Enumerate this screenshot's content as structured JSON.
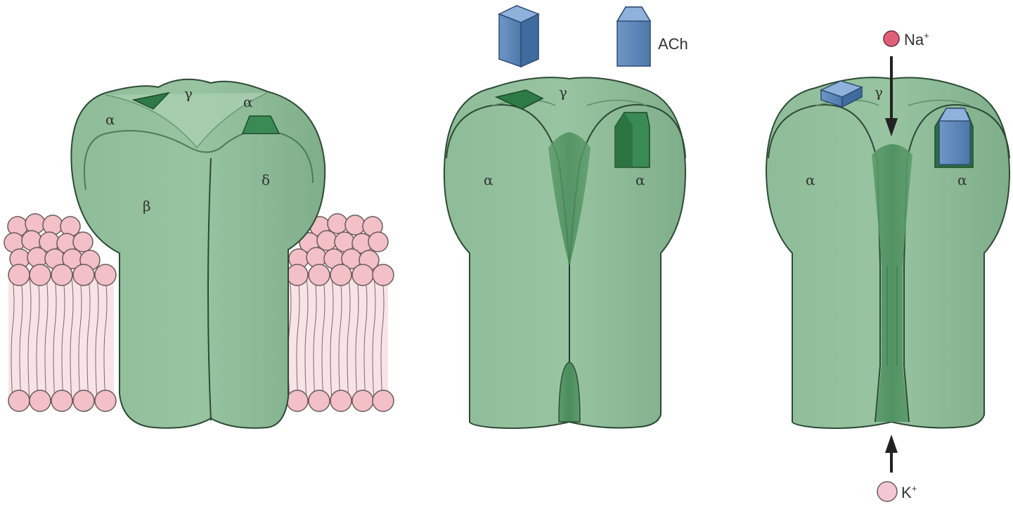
{
  "panel_closed": {
    "subunits": {
      "alpha_left": "α",
      "gamma": "γ",
      "alpha_right": "α",
      "beta": "β",
      "delta": "δ"
    }
  },
  "panel_binding": {
    "subunits": {
      "gamma": "γ",
      "alpha_left": "α",
      "alpha_right": "α"
    },
    "ligand_label": "ACh"
  },
  "panel_open": {
    "subunits": {
      "gamma": "γ",
      "alpha_left": "α",
      "alpha_right": "α"
    },
    "ion_in": {
      "symbol": "Na",
      "charge": "+"
    },
    "ion_out": {
      "symbol": "K",
      "charge": "+"
    }
  },
  "colors": {
    "protein": "#8fbc98",
    "protein_dark": "#3f8a58",
    "ach": "#5b87b8",
    "lipid_head": "#f2c0c6",
    "na": "#e0607a",
    "k": "#f4c8d2"
  }
}
